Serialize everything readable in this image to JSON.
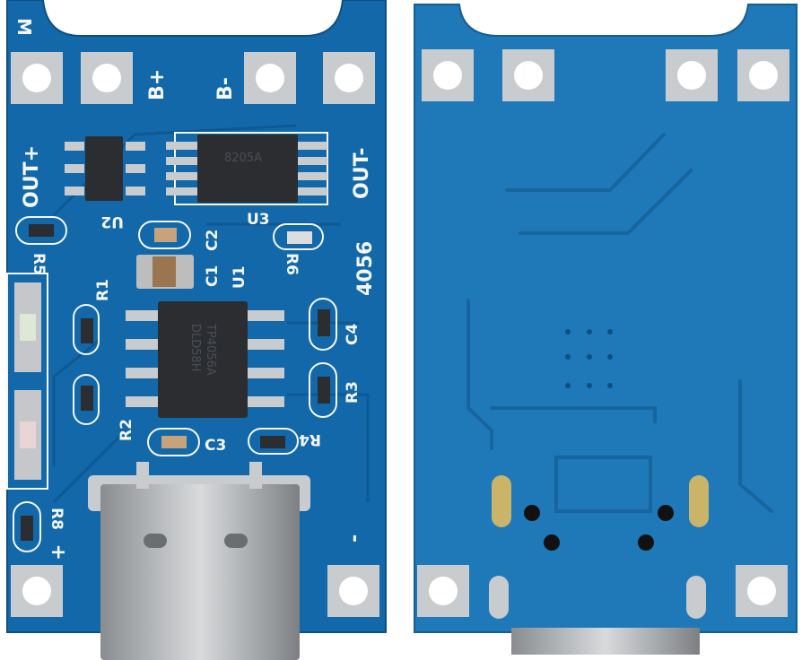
{
  "colors": {
    "board_front": "#1268a8",
    "board_back": "#1f78b8",
    "pad": "#c9cccf",
    "chip": "#2b2d30",
    "silkscreen": "#f4f6f8"
  },
  "front": {
    "pins": [
      "M",
      "B+",
      "B-",
      "OUT+",
      "OUT-",
      "+",
      "-"
    ],
    "labels": {
      "u2": "U2",
      "u3": "U3",
      "u1": "U1",
      "c1": "C1",
      "c2": "C2",
      "c3": "C3",
      "c4": "C4",
      "r1": "R1",
      "r2": "R2",
      "r3": "R3",
      "r4": "R4",
      "r5": "R5",
      "r6": "R6",
      "r8": "R8",
      "model": "4056"
    },
    "chips": {
      "u3_marking": "8205A",
      "u1_marking_1": "TP4056A",
      "u1_marking_2": "DLD58H"
    }
  },
  "back": {}
}
